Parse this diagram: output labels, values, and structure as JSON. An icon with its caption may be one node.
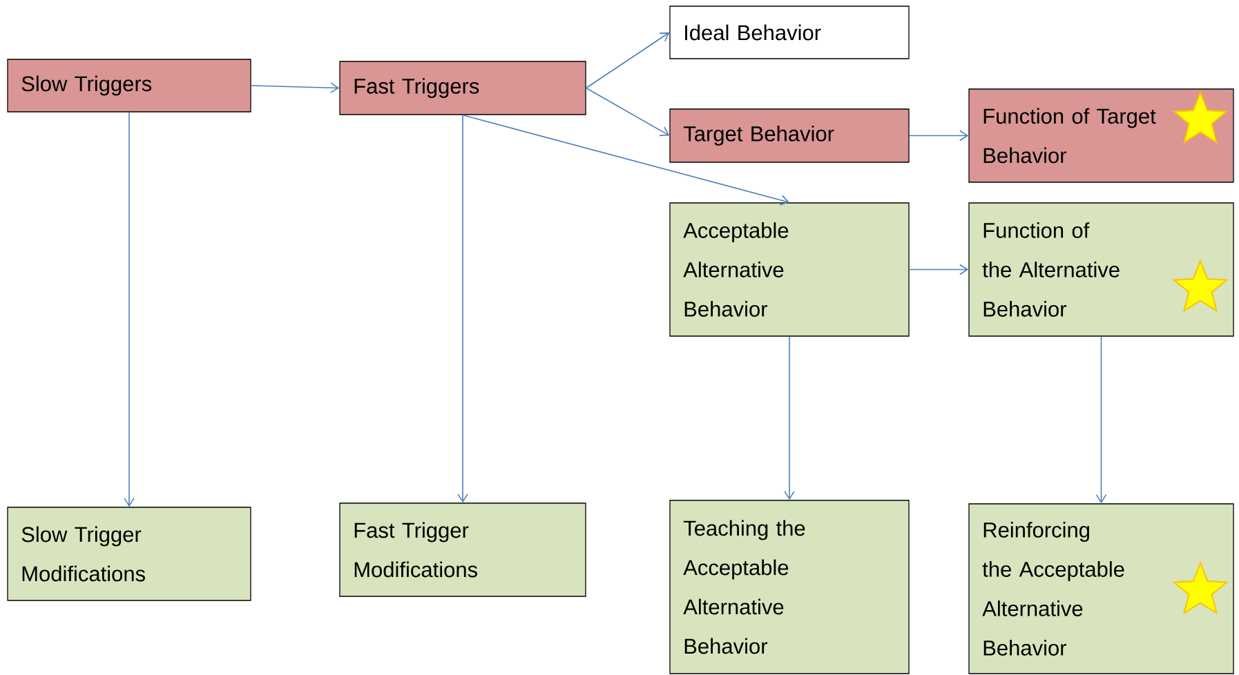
{
  "diagram": {
    "nodes": [
      {
        "text": [
          "Slow Triggers"
        ]
      },
      {
        "text": [
          "Fast Triggers"
        ]
      },
      {
        "text": [
          "Ideal Behavior"
        ]
      },
      {
        "text": [
          "Target Behavior"
        ]
      },
      {
        "text": [
          "Function of Target Behavior"
        ]
      },
      {
        "text": [
          "Acceptable Alternative Behavior"
        ]
      },
      {
        "text": [
          "Function of the Alternative Behavior"
        ]
      },
      {
        "text": [
          "Slow Trigger Modifications"
        ]
      },
      {
        "text": [
          "Fast Trigger Modifications"
        ]
      },
      {
        "text": [
          "Teaching the Acceptable Alternative Behavior"
        ]
      },
      {
        "text": [
          "Reinforcing the Acceptable Alternative Behavior"
        ]
      }
    ],
    "edges": [
      {
        "from": 0,
        "to": 1,
        "arrow": "to"
      },
      {
        "from": 1,
        "to": 2,
        "arrow": "to"
      },
      {
        "from": 1,
        "to": 3,
        "arrow": "to"
      },
      {
        "from": 1,
        "to": 5,
        "arrow": "to"
      },
      {
        "from": 3,
        "to": 4,
        "arrow": "to"
      },
      {
        "from": 5,
        "to": 6,
        "arrow": "to"
      },
      {
        "from": 0,
        "to": 7,
        "arrow": "to"
      },
      {
        "from": 1,
        "to": 8,
        "arrow": "to"
      },
      {
        "from": 5,
        "to": 9,
        "arrow": "to"
      },
      {
        "from": 6,
        "to": 10,
        "arrow": "to"
      }
    ]
  }
}
